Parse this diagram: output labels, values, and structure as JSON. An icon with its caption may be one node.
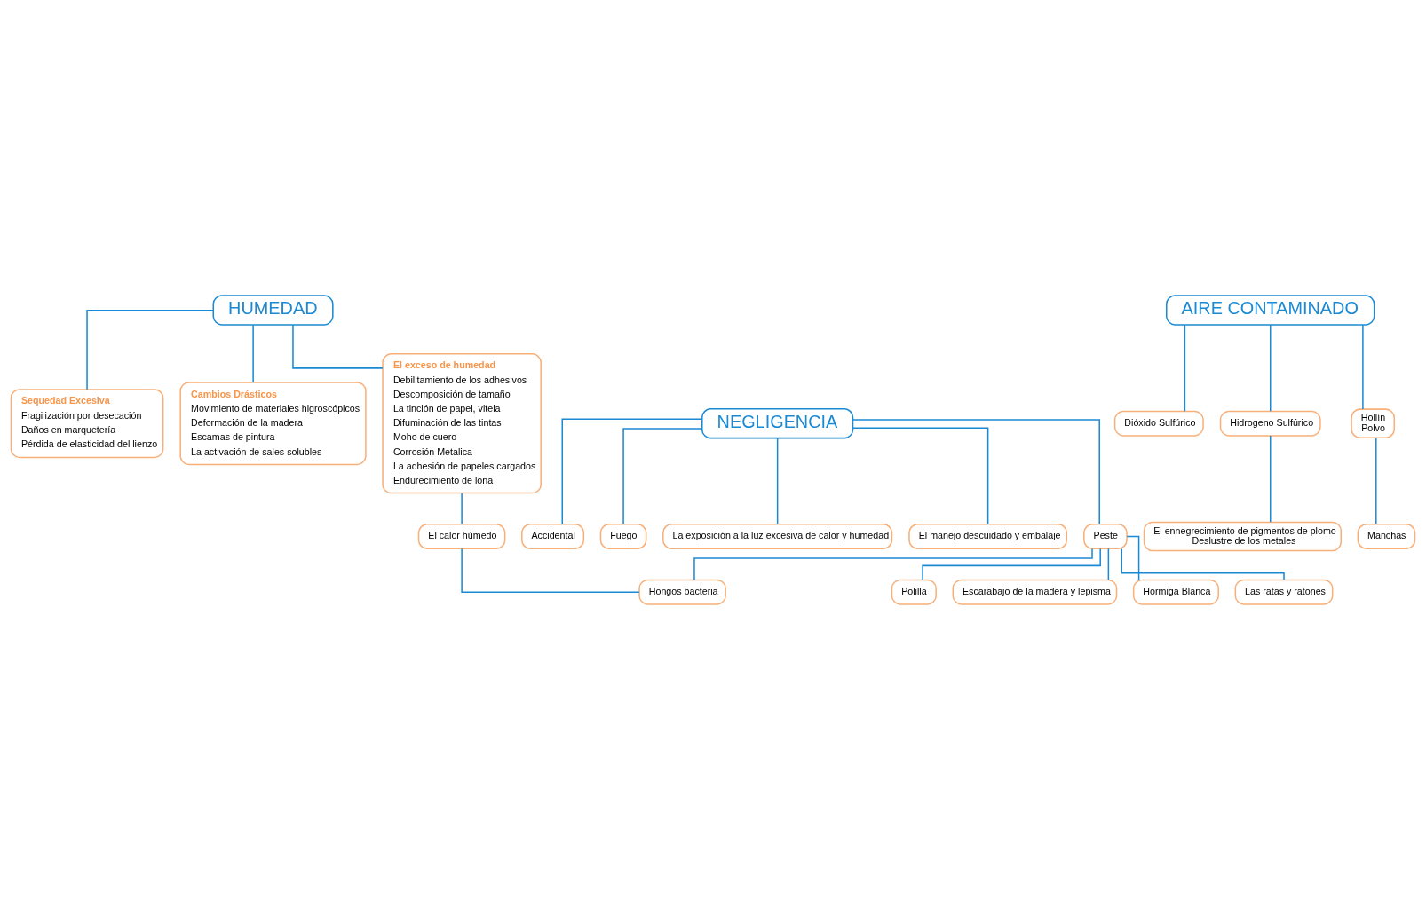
{
  "diagram": {
    "nodes": [
      {
        "text": [
          "HUMEDAD"
        ]
      },
      {
        "text": [
          "Sequedad Excesiva",
          "Fragilización por desecación",
          "Daños en marquetería",
          "Pérdida de elasticidad del lienzo"
        ]
      },
      {
        "text": [
          "Cambios Drásticos",
          "Movimiento de materiales higroscópicos",
          "Deformación de la madera",
          "Escamas de pintura",
          "La activación de sales solubles"
        ]
      },
      {
        "text": [
          "El exceso de humedad",
          "Debilitamiento de los adhesivos",
          "Descomposición de tamaño",
          "La tinción de papel, vitela",
          "Difuminación de las tintas",
          "Moho de cuero",
          "Corrosión Metalica",
          "La adhesión de papeles cargados",
          "Endurecimiento de lona"
        ]
      },
      {
        "text": [
          "El calor húmedo"
        ]
      },
      {
        "text": [
          "Hongos bacteria"
        ]
      },
      {
        "text": [
          "AIRE CONTAMINADO"
        ]
      },
      {
        "text": [
          "Dióxido Sulfúrico"
        ]
      },
      {
        "text": [
          "Hidrogeno Sulfúrico"
        ]
      },
      {
        "text": [
          "Hollín",
          "Polvo"
        ]
      },
      {
        "text": [
          "Manchas"
        ]
      },
      {
        "text": [
          "El ennegrecimiento de pigmentos de plomo",
          "Deslustre de los metales"
        ]
      },
      {
        "text": [
          "NEGLIGENCIA"
        ]
      },
      {
        "text": [
          "Accidental"
        ]
      },
      {
        "text": [
          "Fuego"
        ]
      },
      {
        "text": [
          "La exposición a la luz excesiva de calor y humedad"
        ]
      },
      {
        "text": [
          "El manejo descuidado y embalaje"
        ]
      },
      {
        "text": [
          "Peste"
        ]
      },
      {
        "text": [
          "Polilla"
        ]
      },
      {
        "text": [
          "Escarabajo de la madera y lepisma"
        ]
      },
      {
        "text": [
          "Hormiga Blanca"
        ]
      },
      {
        "text": [
          "Las ratas y ratones"
        ]
      }
    ],
    "edges": [
      {
        "from": 0,
        "to": 1,
        "arrow": "none"
      },
      {
        "from": 0,
        "to": 2,
        "arrow": "none"
      },
      {
        "from": 0,
        "to": 3,
        "arrow": "none"
      },
      {
        "from": 3,
        "to": 4,
        "arrow": "none"
      },
      {
        "from": 4,
        "to": 5,
        "arrow": "none"
      },
      {
        "from": 6,
        "to": 7,
        "arrow": "none"
      },
      {
        "from": 6,
        "to": 8,
        "arrow": "none"
      },
      {
        "from": 6,
        "to": 9,
        "arrow": "none"
      },
      {
        "from": 9,
        "to": 10,
        "arrow": "none"
      },
      {
        "from": 8,
        "to": 11,
        "arrow": "none"
      },
      {
        "from": 12,
        "to": 13,
        "arrow": "none"
      },
      {
        "from": 12,
        "to": 14,
        "arrow": "none"
      },
      {
        "from": 12,
        "to": 15,
        "arrow": "none"
      },
      {
        "from": 12,
        "to": 16,
        "arrow": "none"
      },
      {
        "from": 12,
        "to": 17,
        "arrow": "none"
      },
      {
        "from": 17,
        "to": 5,
        "arrow": "none"
      },
      {
        "from": 17,
        "to": 18,
        "arrow": "none"
      },
      {
        "from": 17,
        "to": 19,
        "arrow": "none"
      },
      {
        "from": 17,
        "to": 20,
        "arrow": "none"
      },
      {
        "from": 17,
        "to": 21,
        "arrow": "none"
      }
    ]
  }
}
